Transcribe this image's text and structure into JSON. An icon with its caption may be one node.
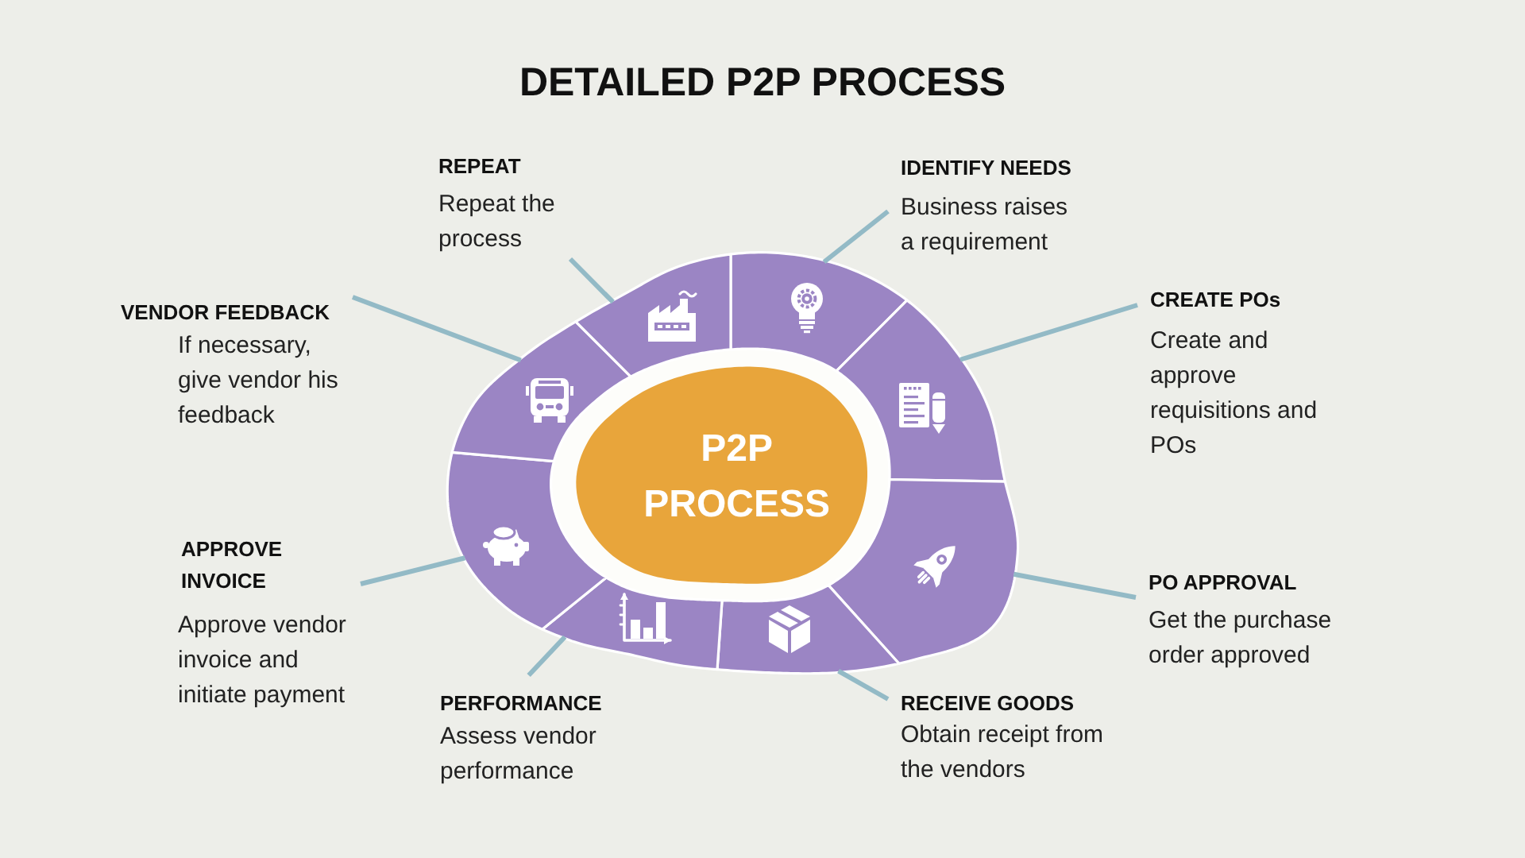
{
  "diagram": {
    "title": "DETAILED P2P PROCESS",
    "nodes": [
      {
        "text": [
          "REPEAT",
          "Repeat the process"
        ]
      },
      {
        "text": [
          "IDENTIFY NEEDS",
          "Business raises a requirement"
        ]
      },
      {
        "text": [
          "CREATE POs",
          "Create and approve requisitions and POs"
        ]
      },
      {
        "text": [
          "VENDOR FEEDBACK",
          "If necessary, give vendor his feedback"
        ]
      },
      {
        "text": [
          "P2P PROCESS"
        ]
      },
      {
        "text": [
          "APPROVE INVOICE",
          "Approve vendor invoice and initiate payment"
        ]
      },
      {
        "text": [
          "PO APPROVAL",
          "Get the purchase order approved"
        ]
      },
      {
        "text": [
          "PERFORMANCE",
          "Assess vendor performance"
        ]
      },
      {
        "text": [
          "RECEIVE GOODS",
          "Obtain receipt from the vendors"
        ]
      },
      {
        "text": [],
        "shape": "sector"
      },
      {
        "text": [],
        "shape": "sector"
      },
      {
        "text": [],
        "shape": "sector"
      },
      {
        "text": [],
        "shape": "sector"
      },
      {
        "text": [],
        "shape": "sector"
      },
      {
        "text": [],
        "shape": "sector"
      },
      {
        "text": [],
        "shape": "sector"
      },
      {
        "text": [],
        "shape": "sector"
      }
    ],
    "edges": [
      {
        "from": 0,
        "to": 16,
        "arrow": "none"
      },
      {
        "from": 1,
        "to": 9,
        "arrow": "none"
      },
      {
        "from": 2,
        "to": 10,
        "arrow": "none"
      },
      {
        "from": 3,
        "to": 15,
        "arrow": "none"
      },
      {
        "from": 5,
        "to": 14,
        "arrow": "none"
      },
      {
        "from": 6,
        "to": 11,
        "arrow": "none"
      },
      {
        "from": 7,
        "to": 13,
        "arrow": "none"
      },
      {
        "from": 8,
        "to": 12,
        "arrow": "none"
      }
    ]
  }
}
